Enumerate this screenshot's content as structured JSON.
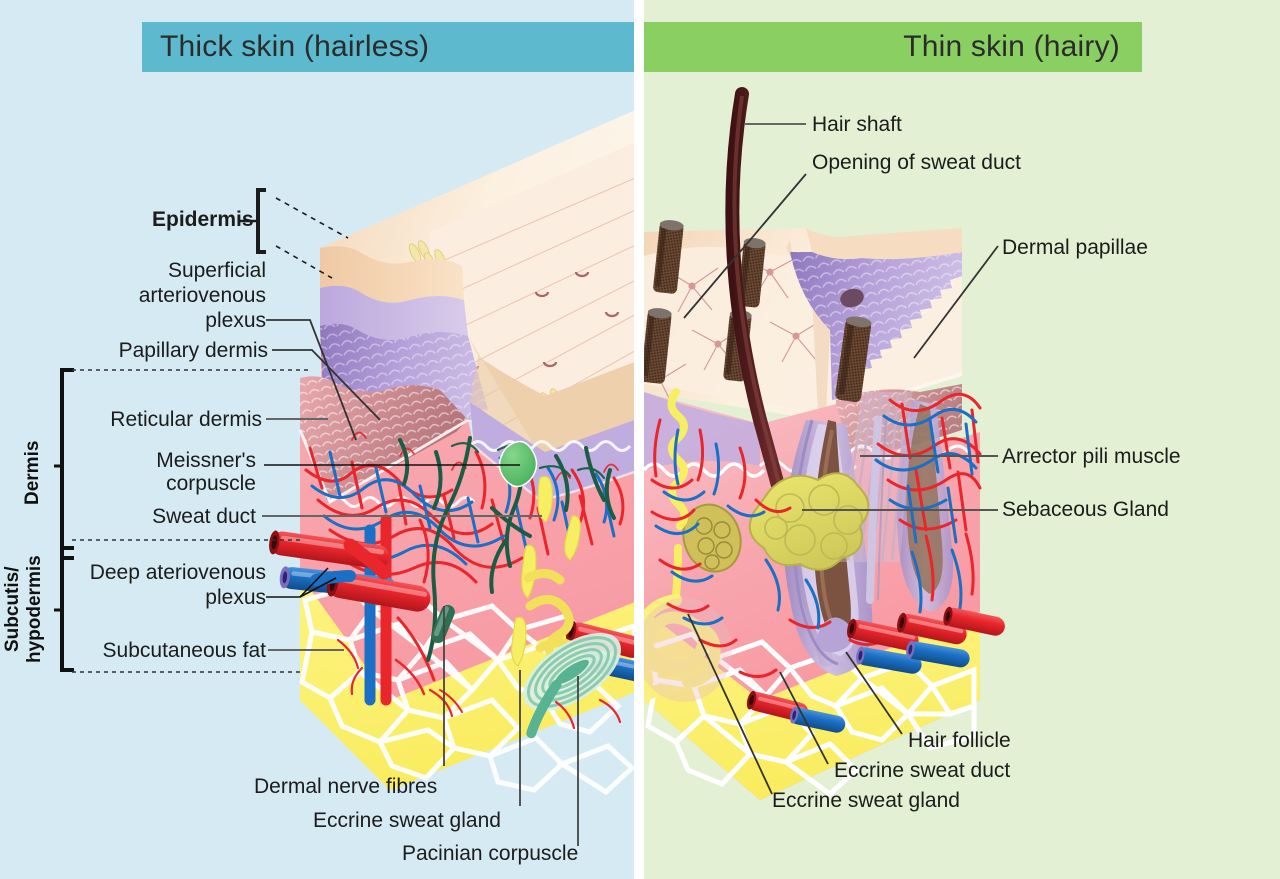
{
  "panels": {
    "left": {
      "title": "Thick skin (hairless)",
      "header_color": "#5cb9ce",
      "bg_color": "#d5eaf2"
    },
    "right": {
      "title": "Thin skin (hairy)",
      "header_color": "#8acf62",
      "bg_color": "#e3f0d4"
    }
  },
  "left_labels": {
    "epidermis": "Epidermis",
    "superficial_plexus_l1": "Superficial",
    "superficial_plexus_l2": "arteriovenous",
    "superficial_plexus_l3": "plexus",
    "papillary_dermis": "Papillary dermis",
    "reticular_dermis": "Reticular dermis",
    "meissner_l1": "Meissner's",
    "meissner_l2": "corpuscle",
    "sweat_duct": "Sweat duct",
    "deep_plexus_l1": "Deep ateriovenous",
    "deep_plexus_l2": "plexus",
    "subcutaneous_fat": "Subcutaneous fat",
    "dermal_nerve_fibres": "Dermal nerve fibres",
    "eccrine_sweat_gland": "Eccrine sweat gland",
    "pacinian_corpuscle": "Pacinian corpuscle"
  },
  "left_brackets": {
    "dermis": "Dermis",
    "subcutis_l1": "Subcutis/",
    "subcutis_l2": "hypodermis"
  },
  "right_labels": {
    "hair_shaft": "Hair shaft",
    "opening_of_sweat_duct": "Opening of sweat duct",
    "dermal_papillae": "Dermal papillae",
    "arrector_pili_muscle": "Arrector pili muscle",
    "sebaceous_gland": "Sebaceous Gland",
    "hair_follicle": "Hair follicle",
    "eccrine_sweat_duct": "Eccrine sweat duct",
    "eccrine_sweat_gland": "Eccrine sweat gland"
  },
  "colors": {
    "epidermis_surface": "#f6ddc6",
    "epidermis_top_pale": "#fbeedc",
    "stratum_purple": "#b9a4d8",
    "dermis_pink": "#f7a3ab",
    "papillary_pink": "#f6b9bf",
    "fat_yellow": "#fbf07a",
    "artery_red": "#e8262c",
    "vein_blue": "#1b6fc4",
    "nerve_green": "#1d5c44",
    "pacinian_green": "#6cbfa0",
    "meissner_green": "#5cc16a",
    "hair_brown": "#5a2226",
    "sebaceous_yellow": "#ded96a",
    "sweat_duct_yellow": "#f7ef63",
    "label_text": "#1c1c1c"
  }
}
